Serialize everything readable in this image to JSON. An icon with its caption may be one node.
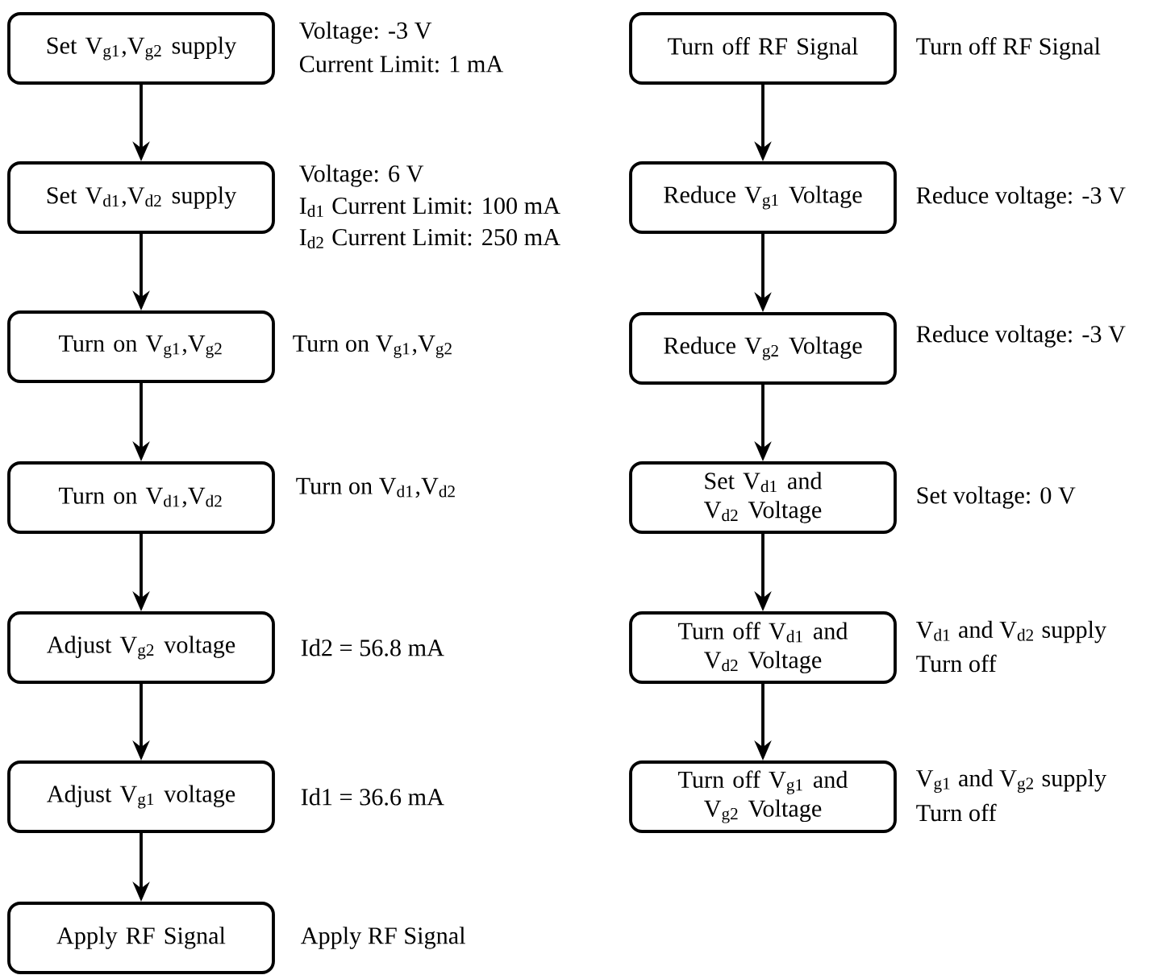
{
  "diagram": {
    "nodes": [
      {
        "text": [
          "Set V$_{g1}$,V$_{g2}$ supply"
        ],
        "beside": [
          "Voltage: -3 V",
          "Current Limit: 1 mA"
        ]
      },
      {
        "text": [
          "Set V$_{d1}$,V$_{d2}$ supply"
        ],
        "beside": [
          "Voltage: 6 V",
          "I$_{d1}$ Current Limit: 100 mA",
          "I$_{d2}$ Current Limit: 250 mA"
        ]
      },
      {
        "text": [
          "Turn on V$_{g1}$,V$_{g2}$"
        ],
        "beside": [
          "Turn on V$_{g1}$,V$_{g2}$"
        ]
      },
      {
        "text": [
          "Turn on V$_{d1}$,V$_{d2}$"
        ],
        "beside": [
          "Turn on V$_{d1}$,V$_{d2}$"
        ]
      },
      {
        "text": [
          "Adjust V$_{g2}$ voltage"
        ],
        "beside": [
          "Id2 = 56.8 mA"
        ]
      },
      {
        "text": [
          "Adjust V$_{g1}$ voltage"
        ],
        "beside": [
          "Id1 = 36.6 mA"
        ]
      },
      {
        "text": [
          "Apply RF Signal"
        ],
        "beside": [
          "Apply RF Signal"
        ]
      },
      {
        "text": [
          "Turn off RF Signal"
        ],
        "beside": [
          "Turn off RF Signal"
        ]
      },
      {
        "text": [
          "Reduce V$_{g1}$ Voltage"
        ],
        "beside": [
          "Reduce voltage: -3 V"
        ]
      },
      {
        "text": [
          "Reduce V$_{g2}$ Voltage"
        ],
        "beside": [
          "Reduce voltage: -3 V"
        ]
      },
      {
        "text": [
          "Set V$_{d1}$ and V$_{d2}$ Voltage"
        ],
        "beside": [
          "Set voltage: 0 V"
        ]
      },
      {
        "text": [
          "Turn off V$_{d1}$ and V$_{d2}$ Voltage"
        ],
        "beside": [
          "V$_{d1}$ and V$_{d2}$ supply",
          "Turn off"
        ]
      },
      {
        "text": [
          "Turn off V$_{g1}$ and V$_{g2}$ Voltage"
        ],
        "beside": [
          "V$_{g1}$ and V$_{g2}$ supply",
          "Turn off"
        ]
      }
    ],
    "edges": [
      {
        "from": 0,
        "to": 1,
        "arrow": "to"
      },
      {
        "from": 1,
        "to": 2,
        "arrow": "to"
      },
      {
        "from": 2,
        "to": 3,
        "arrow": "to"
      },
      {
        "from": 3,
        "to": 4,
        "arrow": "to"
      },
      {
        "from": 4,
        "to": 5,
        "arrow": "to"
      },
      {
        "from": 5,
        "to": 6,
        "arrow": "to"
      },
      {
        "from": 7,
        "to": 8,
        "arrow": "to"
      },
      {
        "from": 8,
        "to": 9,
        "arrow": "to"
      },
      {
        "from": 9,
        "to": 10,
        "arrow": "to"
      },
      {
        "from": 10,
        "to": 11,
        "arrow": "to"
      },
      {
        "from": 11,
        "to": 12,
        "arrow": "to"
      }
    ]
  }
}
